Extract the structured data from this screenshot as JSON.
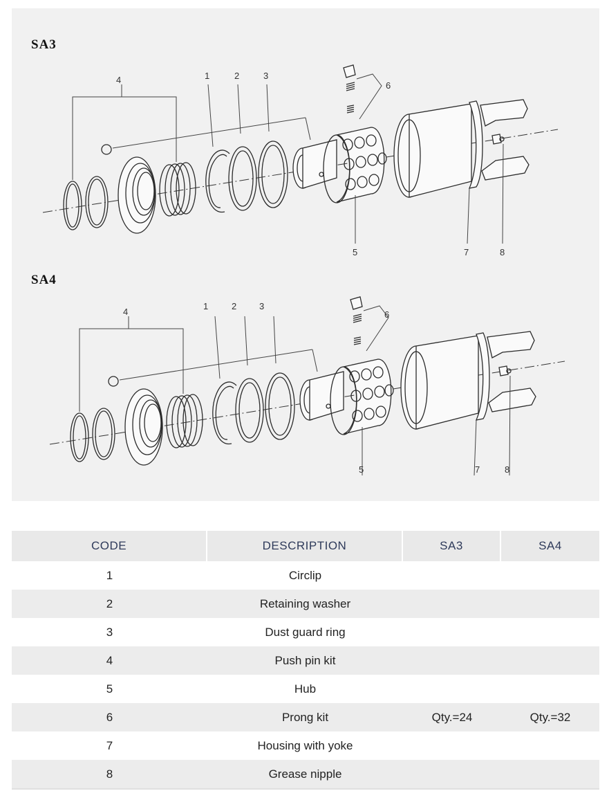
{
  "figures": [
    {
      "label": "SA3",
      "callouts": [
        "1",
        "2",
        "3",
        "4",
        "5",
        "6",
        "7",
        "8"
      ]
    },
    {
      "label": "SA4",
      "callouts": [
        "1",
        "2",
        "3",
        "4",
        "5",
        "6",
        "7",
        "8"
      ]
    }
  ],
  "table": {
    "headers": {
      "code": "CODE",
      "description": "DESCRIPTION",
      "sa3": "SA3",
      "sa4": "SA4"
    },
    "rows": [
      {
        "code": "1",
        "description": "Circlip",
        "sa3": "",
        "sa4": ""
      },
      {
        "code": "2",
        "description": "Retaining washer",
        "sa3": "",
        "sa4": ""
      },
      {
        "code": "3",
        "description": "Dust guard ring",
        "sa3": "",
        "sa4": ""
      },
      {
        "code": "4",
        "description": "Push pin kit",
        "sa3": "",
        "sa4": ""
      },
      {
        "code": "5",
        "description": "Hub",
        "sa3": "",
        "sa4": ""
      },
      {
        "code": "6",
        "description": "Prong kit",
        "sa3": "Qty.=24",
        "sa4": "Qty.=32"
      },
      {
        "code": "7",
        "description": "Housing with yoke",
        "sa3": "",
        "sa4": ""
      },
      {
        "code": "8",
        "description": "Grease nipple",
        "sa3": "",
        "sa4": ""
      }
    ]
  }
}
